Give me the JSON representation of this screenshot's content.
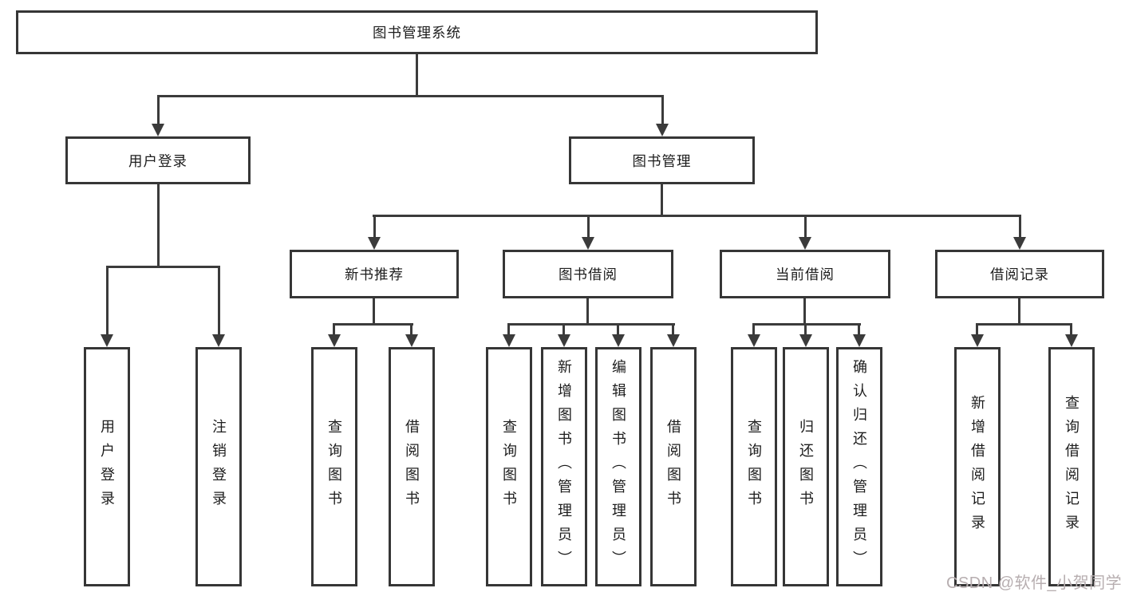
{
  "diagram_type": "hierarchy-function-diagram",
  "colors": {
    "background": "#ffffff",
    "box_border": "#363636",
    "connector_line": "#3b3b3b",
    "text": "#1d1d1d",
    "watermark": "#b7aeb0"
  },
  "tree": {
    "label": "图书管理系统",
    "children": [
      {
        "label": "用户登录",
        "children": [
          {
            "label": "用户登录"
          },
          {
            "label": "注销登录"
          }
        ]
      },
      {
        "label": "图书管理",
        "children": [
          {
            "label": "新书推荐",
            "children": [
              {
                "label": "查询图书"
              },
              {
                "label": "借阅图书"
              }
            ]
          },
          {
            "label": "图书借阅",
            "children": [
              {
                "label": "查询图书"
              },
              {
                "label": "新增图书（管理员）"
              },
              {
                "label": "编辑图书（管理员）"
              },
              {
                "label": "借阅图书"
              }
            ]
          },
          {
            "label": "当前借阅",
            "children": [
              {
                "label": "查询图书"
              },
              {
                "label": "归还图书"
              },
              {
                "label": "确认归还（管理员）"
              }
            ]
          },
          {
            "label": "借阅记录",
            "children": [
              {
                "label": "新增借阅记录"
              },
              {
                "label": "查询借阅记录"
              }
            ]
          }
        ]
      }
    ]
  },
  "watermark": {
    "text": "CSDN @软件_小贺同学"
  }
}
